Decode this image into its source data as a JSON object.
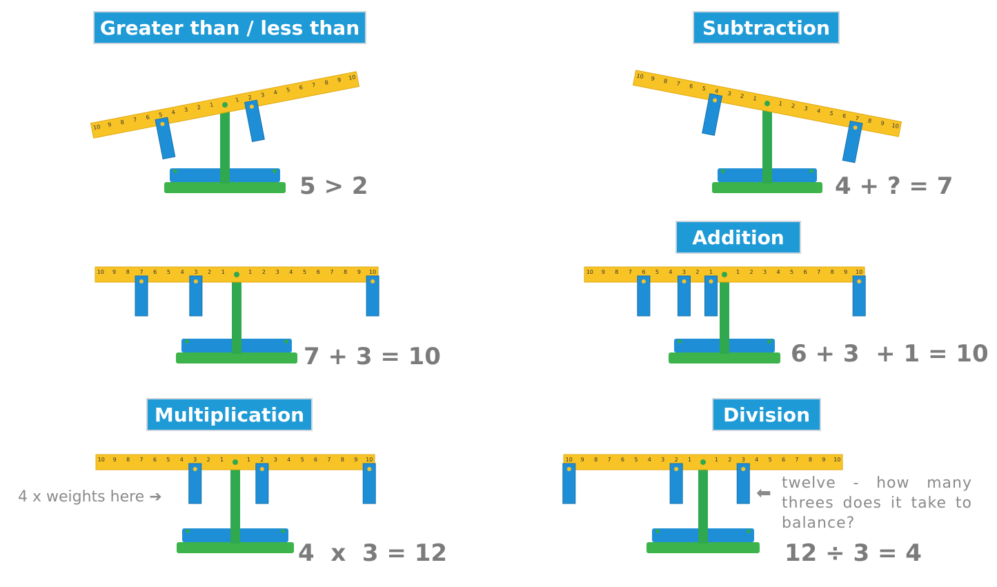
{
  "colors": {
    "label_bg": "#1e9ad6",
    "label_text": "#ffffff",
    "beam": "#f7c325",
    "beam_dark": "#e0a80f",
    "weight": "#1e8fd6",
    "stand": "#2fa84f",
    "base": "#3cb44b",
    "equation_text": "#7b7b7b"
  },
  "beam_numbers": [
    "10",
    "9",
    "8",
    "7",
    "6",
    "5",
    "4",
    "3",
    "2",
    "1",
    "",
    "1",
    "2",
    "3",
    "4",
    "5",
    "6",
    "7",
    "8",
    "9",
    "10"
  ],
  "panels": [
    {
      "id": "greater-than",
      "label": "Greater than / less than",
      "equation": "5 > 2",
      "tilt_deg": -11,
      "left_weights": [
        [
          5
        ]
      ],
      "right_weights": [
        [
          2
        ]
      ]
    },
    {
      "id": "subtraction",
      "label": "Subtraction",
      "equation": "4 + ? = 7",
      "tilt_deg": 11,
      "left_weights": [
        [
          4
        ]
      ],
      "right_weights": [
        [
          7
        ]
      ]
    },
    {
      "id": "addition-left",
      "label": "",
      "equation": "7 + 3 = 10",
      "tilt_deg": 0,
      "left_weights": [
        [
          7
        ],
        [
          3
        ]
      ],
      "right_weights": [
        [
          10
        ]
      ]
    },
    {
      "id": "addition",
      "label": "Addition",
      "equation": "6 + 3  + 1 = 10",
      "tilt_deg": 0,
      "left_weights": [
        [
          6
        ],
        [
          3
        ],
        [
          1
        ]
      ],
      "right_weights": [
        [
          10
        ]
      ]
    },
    {
      "id": "multiplication",
      "label": "Multiplication",
      "equation": "4  x  3 = 12",
      "tilt_deg": 0,
      "left_weights": [
        [
          3
        ]
      ],
      "right_weights": [
        [
          2
        ],
        [
          10
        ]
      ],
      "note": "4 x weights here"
    },
    {
      "id": "division",
      "label": "Division",
      "equation": "12 ÷ 3 = 4",
      "tilt_deg": 0,
      "left_weights": [
        [
          10
        ],
        [
          2
        ]
      ],
      "right_weights": [
        [
          3
        ]
      ],
      "note": "twelve - how many threes does it take to balance?"
    }
  ]
}
